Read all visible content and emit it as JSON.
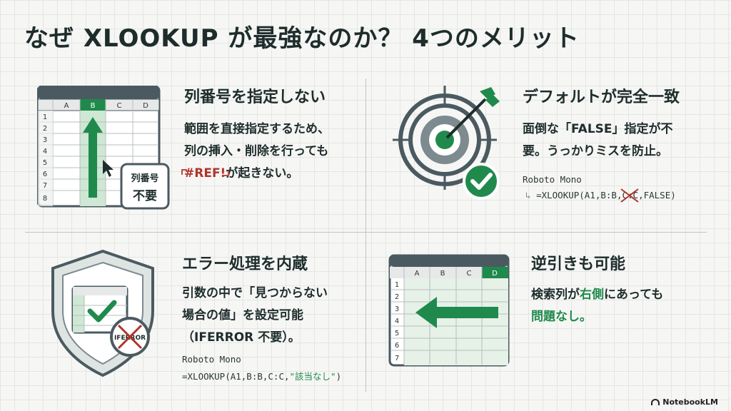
{
  "title": "なぜ XLOOKUP が最強なのか？ 4つのメリット",
  "card1": {
    "heading": "列番号を指定しない",
    "line1": "範囲を直接指定するため、",
    "line2": "列の挿入・削除を行っても",
    "line3_ref": "#REF!",
    "line3_rest": "が起きない。",
    "columns": [
      "A",
      "B",
      "C",
      "D"
    ],
    "rows": [
      "1",
      "2",
      "3",
      "4",
      "5",
      "6",
      "7",
      "8"
    ],
    "badge_line1": "列番号",
    "badge_line2": "不要"
  },
  "card2": {
    "heading": "デフォルトが完全一致",
    "line1": "面倒な「FALSE」指定が不",
    "line2": "要。うっかりミスを防止。",
    "code_label": "Roboto Mono",
    "code_prefix": "=XLOOKUP(A1,B:B,",
    "code_struck": "C:C",
    "code_suffix": ",FALSE)"
  },
  "card3": {
    "heading": "エラー処理を内蔵",
    "line1": "引数の中で「見つからない",
    "line2": "場合の値」を設定可能",
    "line3": "（IFERROR 不要）。",
    "badge_text": "IFERROR",
    "code_label": "Roboto Mono",
    "code_prefix": "=XLOOKUP(A1,B:B,C:C,",
    "code_string": "\"該当なし\"",
    "code_suffix": ")"
  },
  "card4": {
    "heading": "逆引きも可能",
    "line1_pre": "検索列が",
    "line1_hl": "右側",
    "line1_post": "にあっても",
    "line2": "問題なし。",
    "columns": [
      "A",
      "B",
      "C",
      "D"
    ],
    "rows": [
      "1",
      "2",
      "3",
      "4",
      "5",
      "6",
      "7"
    ]
  },
  "footer": {
    "brand": "NotebookLM"
  },
  "colors": {
    "green": "#1f8a4c",
    "dark": "#1e2c2c",
    "red": "#b0342b",
    "frame": "#4b5a60"
  }
}
